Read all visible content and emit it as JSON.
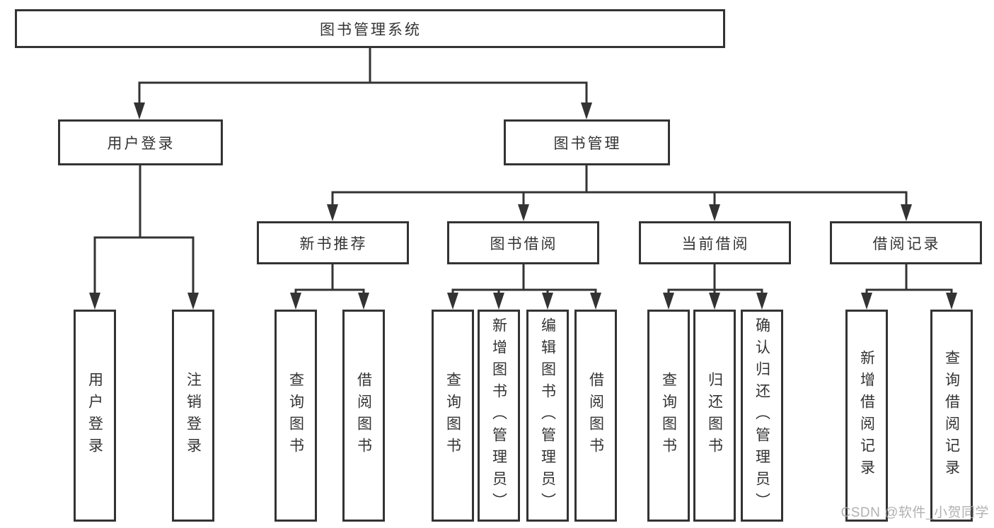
{
  "diagram": {
    "title_node": {
      "label": "图书管理系统"
    },
    "level2": [
      {
        "label": "用户登录"
      },
      {
        "label": "图书管理"
      }
    ],
    "level3": [
      {
        "label": "新书推荐",
        "parent": "图书管理"
      },
      {
        "label": "图书借阅",
        "parent": "图书管理"
      },
      {
        "label": "当前借阅",
        "parent": "图书管理"
      },
      {
        "label": "借阅记录",
        "parent": "图书管理"
      }
    ],
    "leaves": [
      {
        "label": "用户登录",
        "parent": "用户登录"
      },
      {
        "label": "注销登录",
        "parent": "用户登录"
      },
      {
        "label": "查询图书",
        "parent": "新书推荐"
      },
      {
        "label": "借阅图书",
        "parent": "新书推荐"
      },
      {
        "label": "查询图书",
        "parent": "图书借阅"
      },
      {
        "label": "新增图书（管理员）",
        "parent": "图书借阅"
      },
      {
        "label": "编辑图书（管理员）",
        "parent": "图书借阅"
      },
      {
        "label": "借阅图书",
        "parent": "图书借阅"
      },
      {
        "label": "查询图书",
        "parent": "当前借阅"
      },
      {
        "label": "归还图书",
        "parent": "当前借阅"
      },
      {
        "label": "确认归还（管理员）",
        "parent": "当前借阅"
      },
      {
        "label": "新增借阅记录",
        "parent": "借阅记录"
      },
      {
        "label": "查询借阅记录",
        "parent": "借阅记录"
      }
    ],
    "colors": {
      "line": "#333333",
      "text": "#333333",
      "box_background": "#ffffff",
      "watermark": "#a8a8a8"
    }
  },
  "watermark": {
    "text": "CSDN @软件_小贺同学"
  }
}
